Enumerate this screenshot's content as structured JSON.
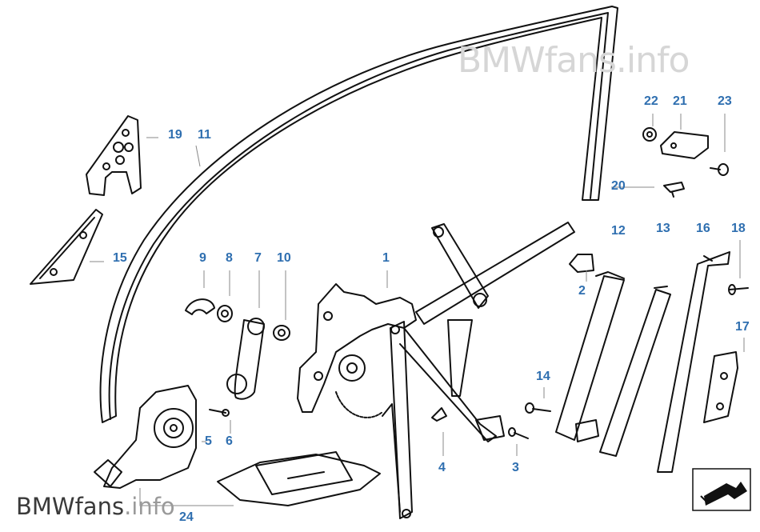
{
  "watermark_top": "BMWfans.info",
  "watermark_bottom": {
    "main": "BMWfans",
    "suffix": ".info"
  },
  "callouts": {
    "c1": "1",
    "c2": "2",
    "c3": "3",
    "c4": "4",
    "c5": "5",
    "c6": "6",
    "c7": "7",
    "c8": "8",
    "c9": "9",
    "c10": "10",
    "c11": "11",
    "c12": "12",
    "c13": "13",
    "c14": "14",
    "c15": "15",
    "c16": "16",
    "c17": "17",
    "c18": "18",
    "c19": "19",
    "c20": "20",
    "c21": "21",
    "c22": "22",
    "c23": "23",
    "c24": "24"
  },
  "colors": {
    "callout": "#2f6fb0",
    "line_art": "#111111",
    "leader": "#888888"
  },
  "icons": {
    "nav_arrow": "down-left-arrow-icon"
  }
}
